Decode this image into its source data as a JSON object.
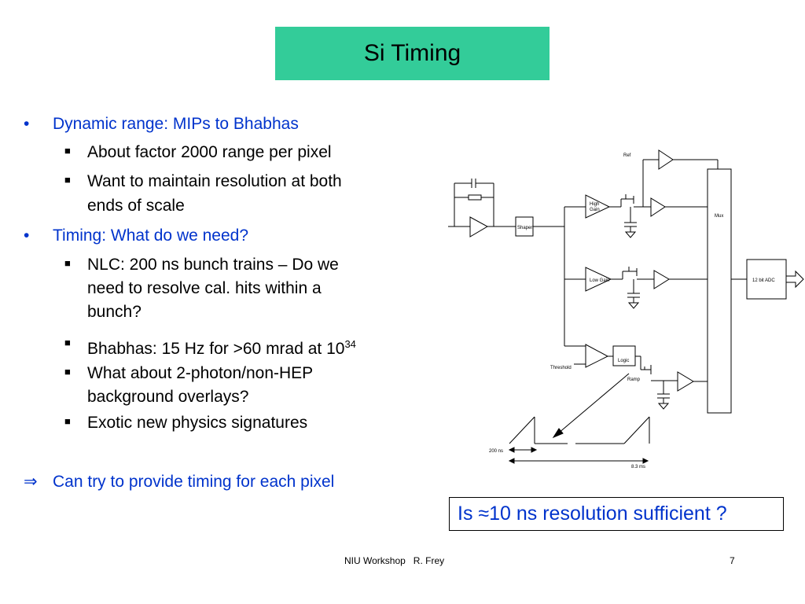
{
  "slide": {
    "title": "Si Timing",
    "bullets": [
      {
        "level": 1,
        "marker": "•",
        "text": "Dynamic range: MIPs to Bhabhas"
      },
      {
        "level": 2,
        "marker": "■",
        "text": "About factor 2000 range per pixel"
      },
      {
        "level": 2,
        "marker": "■",
        "lines": [
          "Want to maintain resolution at both",
          "ends of scale"
        ]
      },
      {
        "level": 1,
        "marker": "•",
        "text": "Timing: What do we need?"
      },
      {
        "level": 2,
        "marker": "■",
        "lines": [
          "NLC: 200 ns bunch trains – Do we",
          "need to resolve cal. hits within a",
          "bunch?"
        ]
      },
      {
        "level": 2,
        "marker": "■",
        "text": "Bhabhas: 15 Hz for >60 mrad at 10",
        "sup": "34"
      },
      {
        "level": 2,
        "marker": "■",
        "lines": [
          "What about 2-photon/non-HEP",
          "background overlays?"
        ]
      },
      {
        "level": 2,
        "marker": "■",
        "text": "Exotic new physics signatures"
      }
    ],
    "conclusion": {
      "marker": "⇒",
      "text": "Can try to provide timing for each pixel"
    },
    "callout": "Is ≈10 ns resolution sufficient ?",
    "footer": "NIU Workshop   R. Frey",
    "page_number": "7"
  },
  "diagram": {
    "labels": {
      "ref": "Ref",
      "shaper": "Shaper",
      "high_gain_1": "High",
      "high_gain_2": "Gain",
      "low_gain": "Low Gain",
      "mux": "Mux",
      "adc": "12 bit ADC",
      "logic": "Logic",
      "threshold": "Threshold",
      "ramp": "Ramp",
      "t200": "200 ns",
      "t83": "8.3 ms"
    }
  },
  "colors": {
    "title_bg": "#33cc99",
    "accent_blue": "#0033cc"
  }
}
